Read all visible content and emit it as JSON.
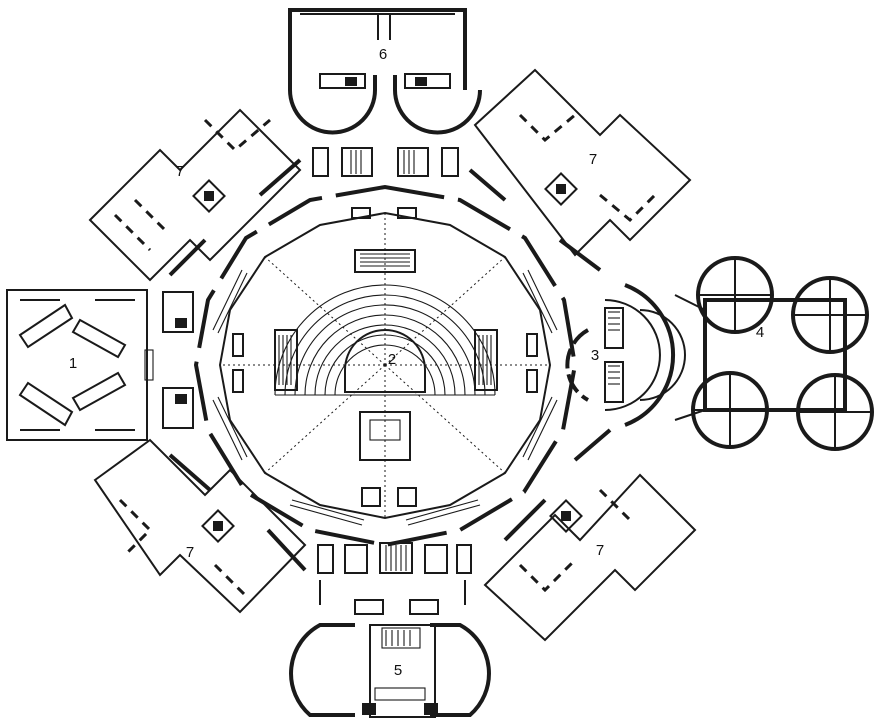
{
  "labels": {
    "entrance_hall": "1",
    "assembly_chamber": "2",
    "prayer_hall": "3",
    "dining_pavilion": "4",
    "library_court": "5",
    "upper_court": "6",
    "office_nw": "7",
    "office_ne": "7",
    "office_sw": "7",
    "office_se": "7"
  },
  "colors": {
    "ink": "#1a1a1a",
    "paper": "#ffffff"
  }
}
